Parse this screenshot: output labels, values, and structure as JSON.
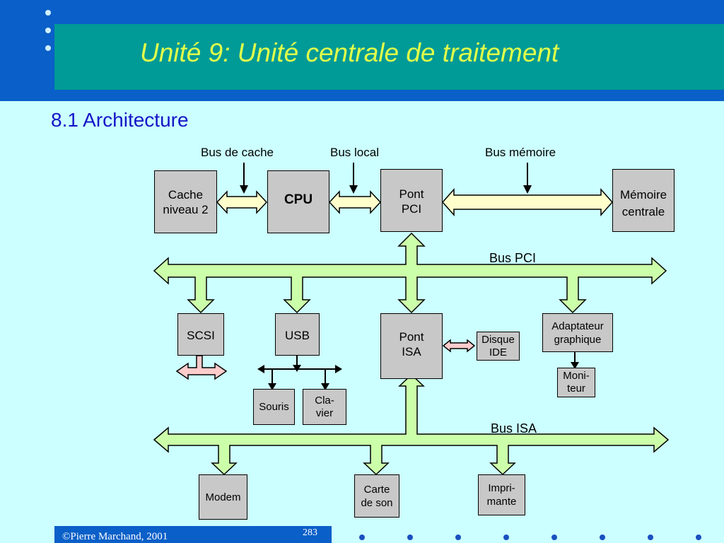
{
  "header": {
    "title": "Unité 9:  Unité centrale de traitement",
    "subtitle": "8.1 Architecture"
  },
  "labels": {
    "bus_cache": "Bus de cache",
    "bus_local": "Bus local",
    "bus_memoire": "Bus mémoire",
    "bus_pci": "Bus PCI",
    "bus_isa": "Bus  ISA"
  },
  "boxes": {
    "cache": [
      "Cache",
      "niveau 2"
    ],
    "cpu": "CPU",
    "pont_pci": [
      "Pont",
      "PCI"
    ],
    "memoire": [
      "Mémoire",
      "centrale"
    ],
    "scsi": "SCSI",
    "usb": "USB",
    "pont_isa": [
      "Pont",
      "ISA"
    ],
    "disque": [
      "Disque",
      "IDE"
    ],
    "adaptateur": [
      "Adaptateur",
      "graphique"
    ],
    "moniteur": [
      "Moni-",
      "teur"
    ],
    "souris": "Souris",
    "clavier": [
      "Cla-",
      "vier"
    ],
    "modem": "Modem",
    "carte_son": [
      "Carte",
      "de son"
    ],
    "imprimante": [
      "Impri-",
      "mante"
    ]
  },
  "footer": {
    "copyright": "©Pierre Marchand, 2001",
    "page": "283"
  },
  "colors": {
    "blue_band": "#0a5fc8",
    "teal": "#009a97",
    "title": "#e0ff4a",
    "background": "#ccffff",
    "bus_yellow": "#ffffcc",
    "bus_green": "#ccffaa",
    "bus_pink": "#ffcccc"
  }
}
